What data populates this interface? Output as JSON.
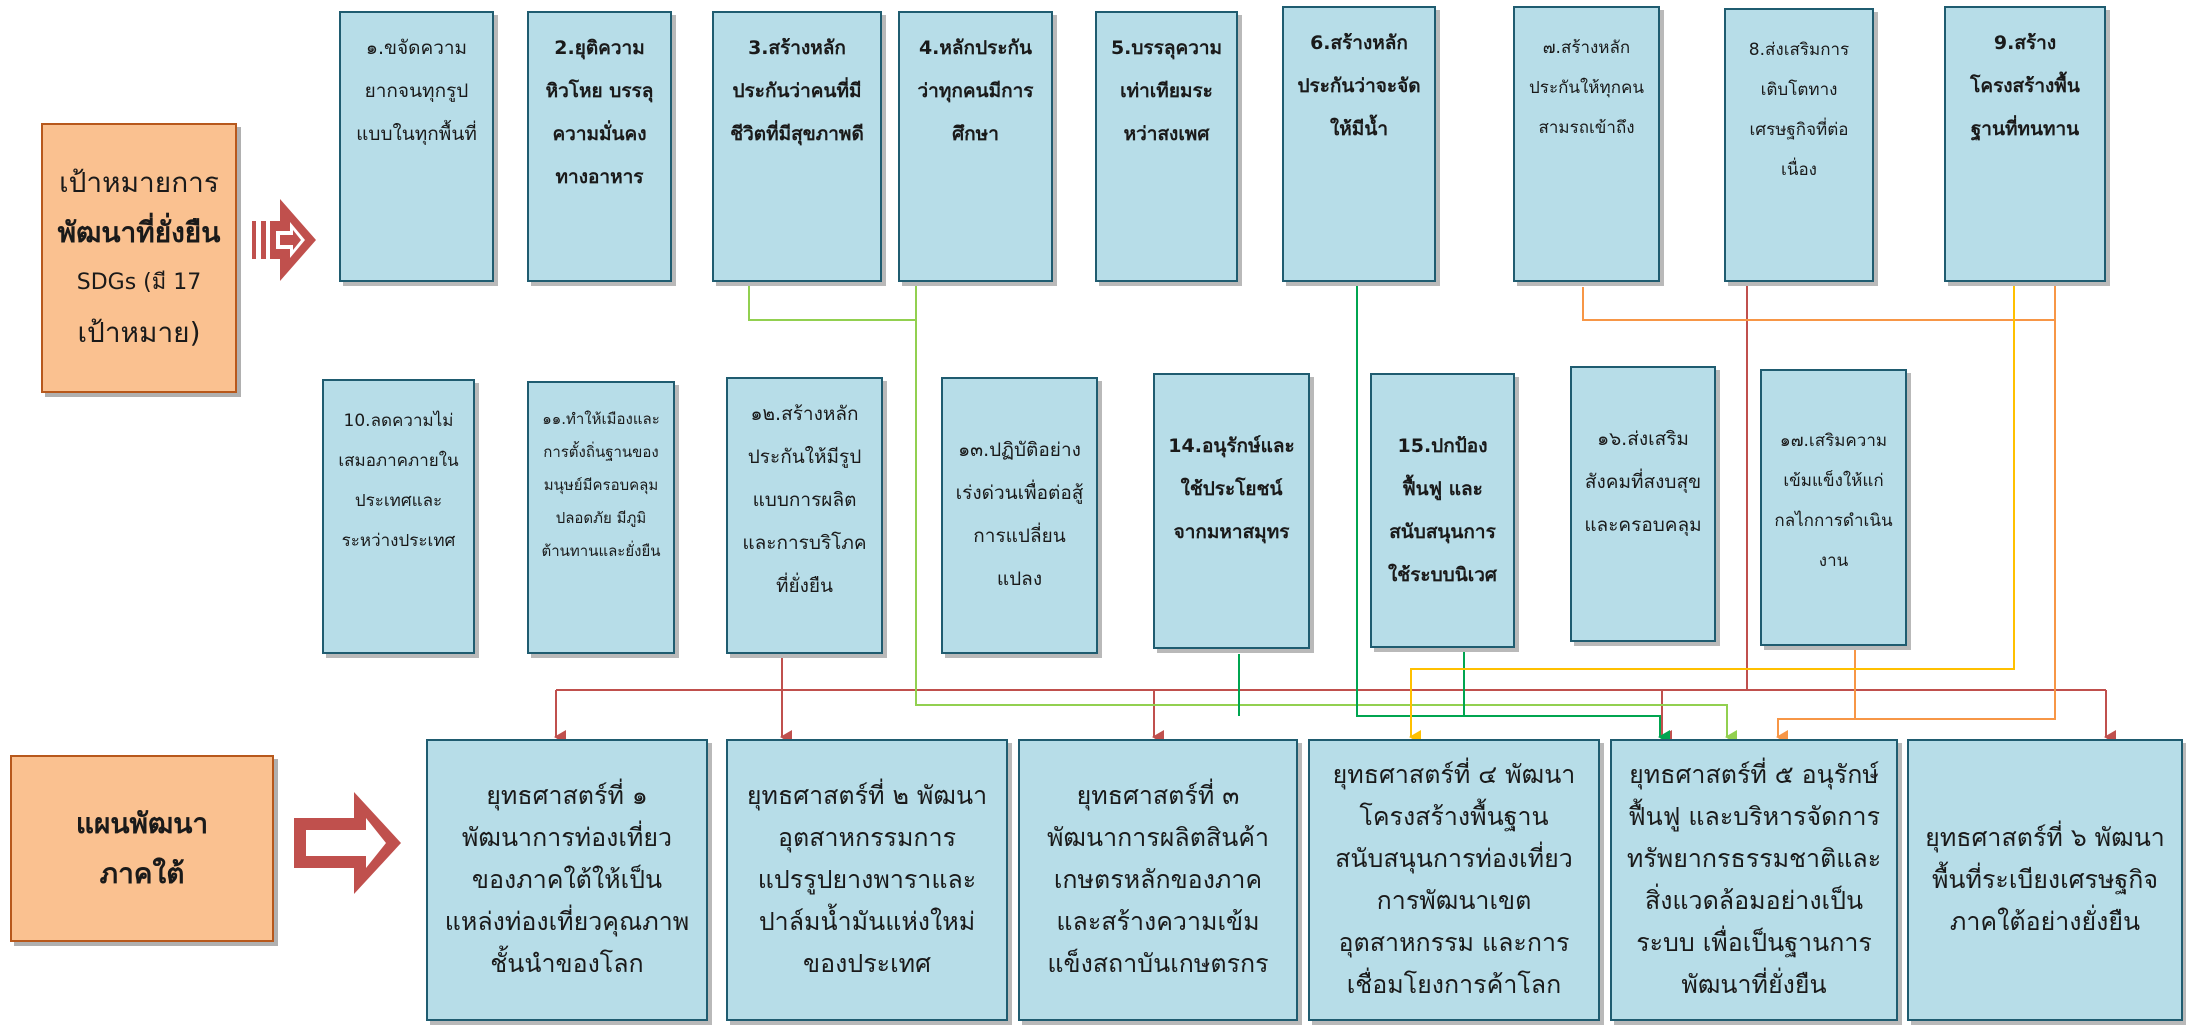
{
  "left_labels": {
    "sdg": {
      "line1": "เป้าหมายการ",
      "line2": "พัฒนาที่ยั่งยืน",
      "line3": "SDGs (มี 17",
      "line4": "เป้าหมาย)"
    },
    "southern_plan": {
      "line1": "แผนพัฒนา",
      "line2": "ภาคใต้"
    }
  },
  "goals": [
    {
      "text": "๑.ขจัดความยากจนทุกรูปแบบในทุกพื้นที่"
    },
    {
      "text": "2.ยุติความหิวโหย บรรลุความมั่นคงทางอาหาร"
    },
    {
      "text": "3.สร้างหลักประกันว่าคนที่มีชีวิตที่มีสุขภาพดี"
    },
    {
      "text": "4.หลักประกันว่าทุกคนมีการศึกษา"
    },
    {
      "text": "5.บรรลุความเท่าเทียมระหว่าสงเพศ"
    },
    {
      "text": "6.สร้างหลักประกันว่าจะจัดให้มีน้ำ"
    },
    {
      "text": "๗.สร้างหลักประกันให้ทุกคนสามรถเข้าถึง"
    },
    {
      "text": "8.ส่งเสริมการเติบโตทางเศรษฐกิจที่ต่อเนื่อง"
    },
    {
      "text": "9.สร้างโครงสร้างพื้นฐานที่ทนทาน"
    },
    {
      "text": "10.ลดความไม่เสมอภาคภายในประเทศและระหว่างประเทศ"
    },
    {
      "text": "๑๑.ทำให้เมืองและการตั้งถิ่นฐานของมนุษย์มีครอบคลุม ปลอดภัย มีภูมิต้านทานและยั่งยืน"
    },
    {
      "text": "๑๒.สร้างหลักประกันให้มีรูปแบบการผลิตและการบริโภคที่ยั่งยืน"
    },
    {
      "text": "๑๓.ปฏิบัติอย่างเร่งด่วนเพื่อต่อสู้การแปลี่ยนแปลง"
    },
    {
      "text": "14.อนุรักษ์และใช้ประโยชน์จากมหาสมุทร"
    },
    {
      "text": "15.ปกป้อง ฟื้นฟู และสนับสนุนการใช้ระบบนิเวศ"
    },
    {
      "text": "๑๖.ส่งเสริมสังคมที่สงบสุขและครอบคลุม"
    },
    {
      "text": "๑๗.เสริมความเข้มแข็งให้แก่กลไกการดำเนินงาน"
    }
  ],
  "strategies": [
    {
      "text": "ยุทธศาสตร์ที่ ๑ พัฒนาการท่องเที่ยวของภาคใต้ให้เป็นแหล่งท่องเที่ยวคุณภาพชั้นนำของโลก"
    },
    {
      "text": "ยุทธศาสตร์ที่ ๒ พัฒนาอุตสาหกรรมการแปรรูปยางพาราและปาล์มน้ำมันแห่งใหม่ของประเทศ"
    },
    {
      "text": "ยุทธศาสตร์ที่ ๓ พัฒนาการผลิตสินค้าเกษตรหลักของภาคและสร้างความเข้มแข็งสถาบันเกษตรกร"
    },
    {
      "text": "ยุทธศาสตร์ที่ ๔ พัฒนาโครงสร้างพื้นฐานสนับสนุนการท่องเที่ยว การพัฒนาเขตอุตสาหกรรม และการเชื่อมโยงการค้าโลก"
    },
    {
      "text": "ยุทธศาสตร์ที่ ๕ อนุรักษ์ ฟื้นฟู และบริหารจัดการทรัพยากรธรรมชาติและสิ่งแวดล้อมอย่างเป็นระบบ เพื่อเป็นฐานการพัฒนาที่ยั่งยืน"
    },
    {
      "text": "ยุทธศาสตร์ที่ ๖ พัฒนาพื้นที่ระเบียงเศรษฐกิจภาคใต้อย่างยั่งยืน"
    }
  ],
  "colors": {
    "box_fill": "#b7dde8",
    "box_border": "#1f5c70",
    "label_fill": "#fac190",
    "label_border": "#b7581c",
    "arrow_red": "#c0504d",
    "connector_red": "#c0504d",
    "connector_green_light": "#92d050",
    "connector_green_dark": "#00a550",
    "connector_orange": "#f79646",
    "connector_yellow": "#ffc000"
  },
  "icons": {
    "sdg_arrow": "striped-right-arrow-icon",
    "plan_arrow": "outlined-right-arrow-icon"
  }
}
